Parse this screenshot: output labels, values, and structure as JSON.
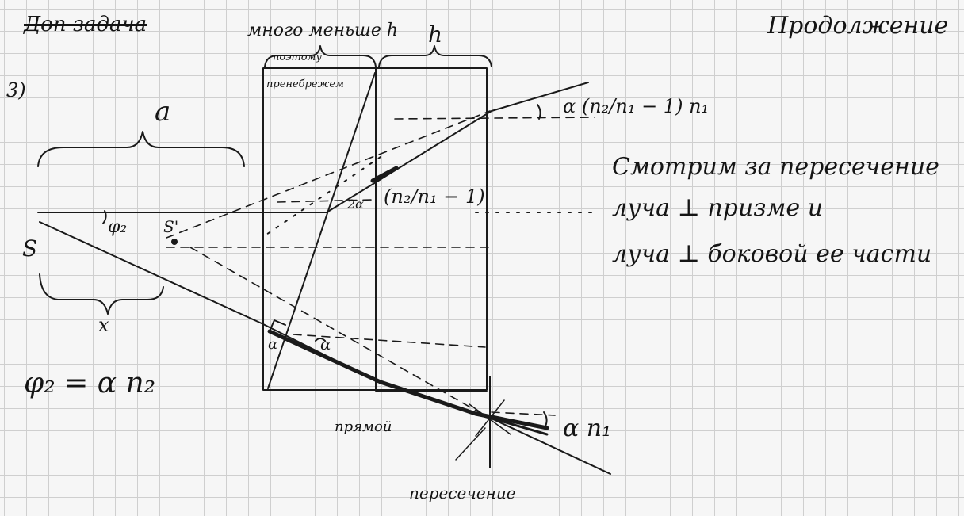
{
  "header": {
    "struck_title": "Доп задача",
    "continuation": "Продолжение"
  },
  "problem_number": "3)",
  "labels": {
    "a": "a",
    "x": "x",
    "S": "S",
    "phi2": "φ₂",
    "S_prime": "S'",
    "alpha": "α",
    "two_alpha": "2α",
    "lens_small_thickness": "много меньше h",
    "so_neglect": "поэтому",
    "neglected": "пренебрежем",
    "h": "h",
    "deviation_2": "(n₂/n₁ − 1)",
    "deviation_1": "α (n₂/n₁ − 1) n₁",
    "alpha_n1": "α n₁",
    "straight": "прямой",
    "intersection": "пересечение",
    "formula": "φ₂ = α n₂"
  },
  "notes": [
    "Смотрим за пересечение",
    "луча ⊥ призме и",
    "луча ⊥ боковой ее части"
  ]
}
